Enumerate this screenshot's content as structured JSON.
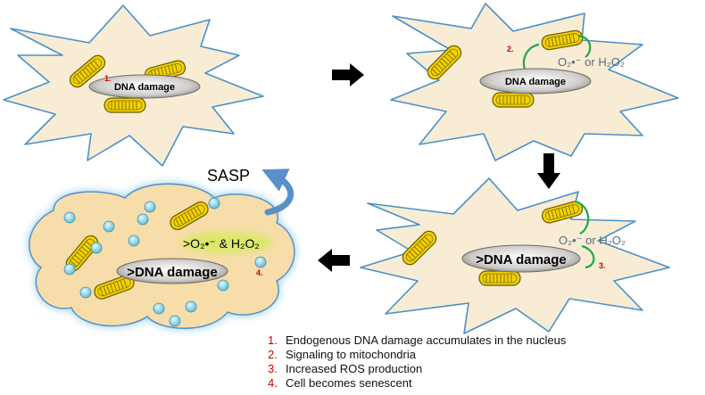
{
  "panels": {
    "p1": {
      "step": "1.",
      "nucleus_label": "DNA damage"
    },
    "p2": {
      "step": "2.",
      "nucleus_label": "DNA damage",
      "ros_label": "O₂•⁻ or H₂O₂"
    },
    "p3": {
      "step": "3.",
      "nucleus_label": ">DNA damage",
      "ros_label": "O₂•⁻ or H₂O₂"
    },
    "p4": {
      "step": "4.",
      "nucleus_label": ">DNA damage",
      "ros_label": ">O₂•⁻ & H₂O₂",
      "secretion_label": "SASP"
    }
  },
  "legend": [
    {
      "num": "1.",
      "text": "Endogenous DNA damage accumulates in the nucleus"
    },
    {
      "num": "2.",
      "text": "Signaling to mitochondria"
    },
    {
      "num": "3.",
      "text": "Increased ROS production"
    },
    {
      "num": "4.",
      "text": "Cell becomes senescent"
    }
  ],
  "colors": {
    "cell_fill": "#f8ecd4",
    "cell_stroke": "#4a90c8",
    "senescent_fill": "#f7ddaa",
    "mito_fill": "#f2d200",
    "nucleus_fill": "#c8c6c3",
    "step_number": "#d00000",
    "signal": "#22a64a",
    "ros_text": "#5b6a7a",
    "arrow": "#000000",
    "vesicle": "#8fd4e8"
  }
}
